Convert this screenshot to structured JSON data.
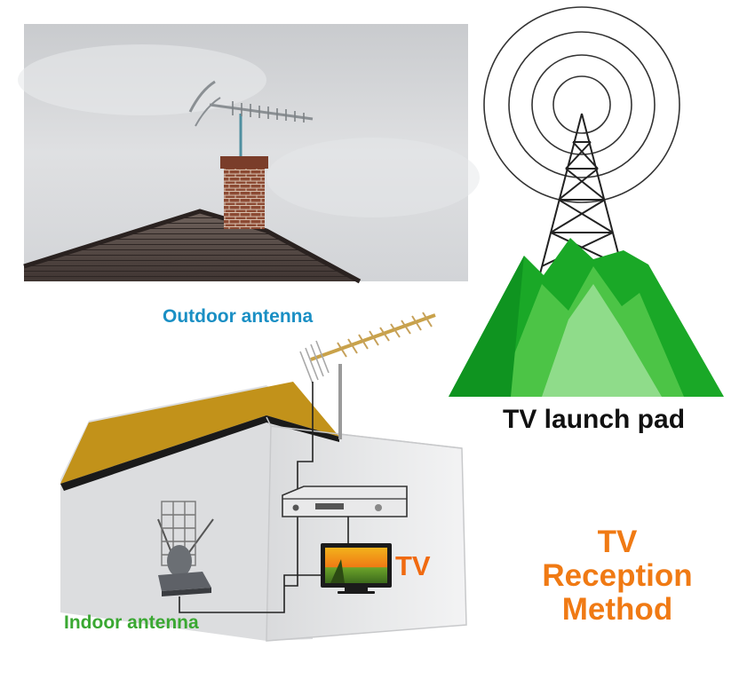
{
  "labels": {
    "outdoor_antenna": "Outdoor antenna",
    "launch_pad": "TV launch pad",
    "tv": "TV",
    "indoor_antenna": "Indoor antenna",
    "method_lines": [
      "TV",
      "Reception",
      "Method"
    ]
  },
  "colors": {
    "outdoor_label": "#1a8fc4",
    "launch_label": "#111111",
    "tv_label": "#f06a10",
    "indoor_label": "#3aa832",
    "method_label": "#f07a14",
    "mountain_dark": "#1aa827",
    "mountain_light": "#8fdc8a",
    "roof": "#c2921a"
  },
  "icons": {
    "photo": "rooftop-antenna-photo",
    "tower": "broadcast-tower-icon",
    "house": "house-icon",
    "outdoor_antenna": "outdoor-antenna-icon",
    "indoor_antenna": "indoor-antenna-icon",
    "receiver": "set-top-box-icon",
    "tv": "television-icon"
  }
}
